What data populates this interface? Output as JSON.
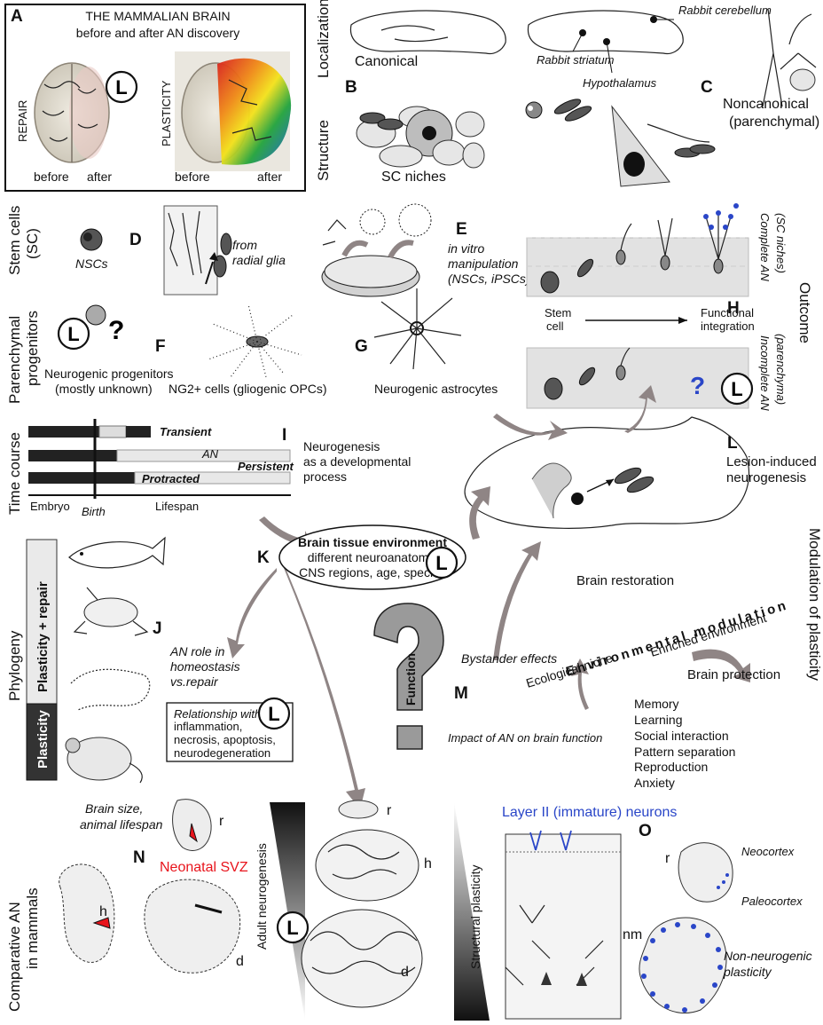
{
  "panel_letters": [
    "A",
    "B",
    "C",
    "D",
    "E",
    "F",
    "G",
    "H",
    "I",
    "J",
    "K",
    "L",
    "M",
    "N",
    "O"
  ],
  "panel_a": {
    "title": "THE MAMMALIAN BRAIN",
    "subtitle": "before and after AN discovery",
    "repair_label": "REPAIR",
    "plasticity_label": "PLASTICITY",
    "before": "before",
    "after": "after"
  },
  "l_marker": "L",
  "localization": {
    "section": "Localization",
    "canonical": "Canonical",
    "rabbit_cerebellum": "Rabbit cerebellum",
    "rabbit_striatum": "Rabbit striatum",
    "hypothalamus": "Hypothalamus",
    "noncanonical_1": "Noncanonical",
    "noncanonical_2": "(parenchymal)"
  },
  "structure": {
    "section": "Structure",
    "sc_niches": "SC niches"
  },
  "stem_cells": {
    "section_1": "Stem cells",
    "section_2": "(SC)",
    "nscs": "NSCs",
    "from_radial_glia_1": "from",
    "from_radial_glia_2": "radial glia",
    "in_vitro_1": "in vitro",
    "in_vitro_2": "manipulation",
    "in_vitro_3": "(NSCs, iPSCs)"
  },
  "parenchymal": {
    "section_1": "Parenchymal",
    "section_2": "progenitors",
    "question": "?",
    "neurogenic_progenitors_1": "Neurogenic progenitors",
    "neurogenic_progenitors_2": "(mostly unknown)",
    "ng2": "NG2+ cells (gliogenic OPCs)",
    "astrocytes": "Neurogenic astrocytes"
  },
  "outcome": {
    "section": "Outcome",
    "complete_1": "Complete AN",
    "complete_2": "(SC niches)",
    "incomplete_1": "Incomplete AN",
    "incomplete_2": "(parenchyma)",
    "stem_cell_1": "Stem",
    "stem_cell_2": "cell",
    "functional_1": "Functional",
    "functional_2": "integration"
  },
  "time_course": {
    "section": "Time course",
    "transient": "Transient",
    "an": "AN",
    "persistent": "Persistent",
    "protracted": "Protracted",
    "embryo": "Embryo",
    "birth": "Birth",
    "lifespan": "Lifespan",
    "neurogenesis_1": "Neurogenesis",
    "neurogenesis_2": "as a developmental",
    "neurogenesis_3": "process"
  },
  "lesion": {
    "label_1": "Lesion-induced",
    "label_2": "neurogenesis"
  },
  "environment": {
    "title": "Brain tissue environment",
    "line_1": "different neuroanatomy,",
    "line_2": "CNS regions, age, species"
  },
  "phylogeny": {
    "section": "Phylogeny",
    "plasticity_repair": "Plasticity + repair",
    "plasticity": "Plasticity",
    "an_role_1": "AN role in",
    "an_role_2": "homeostasis",
    "an_role_3": "vs.repair",
    "relationship_title": "Relationship with:",
    "relationship_1": "inflammation,",
    "relationship_2": "necrosis, apoptosis,",
    "relationship_3": "neurodegeneration"
  },
  "modulation": {
    "section": "Modulation of plasticity",
    "brain_restoration": "Brain restoration",
    "bystander": "Bystander effects",
    "environmental_modulation": "Environmental modulation",
    "ecological_niche": "Ecological niche",
    "enriched_environment": "Enriched environment",
    "brain_protection": "Brain protection",
    "function": "Function",
    "impact": "Impact of AN on brain function",
    "functions": [
      "Memory",
      "Learning",
      "Social interaction",
      "Pattern separation",
      "Reproduction",
      "Anxiety"
    ]
  },
  "comparative": {
    "section_1": "Comparative AN",
    "section_2": "in mammals",
    "brain_size_1": "Brain size,",
    "brain_size_2": "animal lifespan",
    "neonatal_svz": "Neonatal SVZ",
    "r": "r",
    "h": "h",
    "d": "d",
    "nm": "nm",
    "adult_neurogenesis": "Adult neurogenesis",
    "structural_plasticity": "Structural plasticity",
    "layer_ii": "Layer II (immature) neurons",
    "neocortex": "Neocortex",
    "paleocortex": "Paleocortex",
    "non_neurogenic_1": "Non-neurogenic",
    "non_neurogenic_2": "plasticity"
  },
  "colors": {
    "arrow": "#8f8585",
    "blue_text": "#2a46c8",
    "red_text": "#e8141c",
    "blue_dots": "#2a46c8"
  }
}
